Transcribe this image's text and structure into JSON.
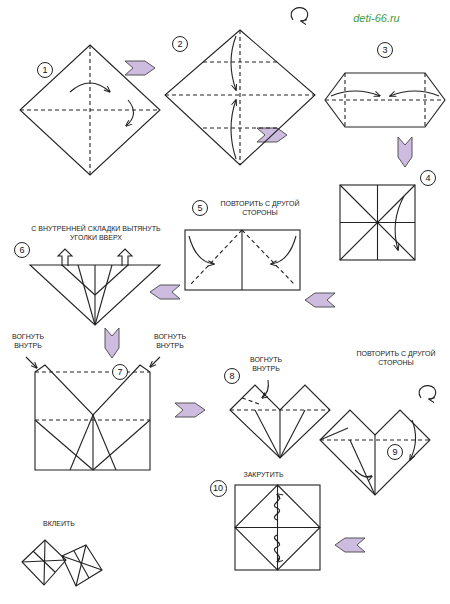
{
  "diagram": {
    "nodes": [
      {
        "text": [
          "1"
        ]
      },
      {
        "text": [
          "2"
        ]
      },
      {
        "text": [
          "3"
        ]
      },
      {
        "text": [
          "4"
        ]
      },
      {
        "text": [
          "5"
        ]
      },
      {
        "text": [
          "6"
        ]
      },
      {
        "text": [
          "7"
        ]
      },
      {
        "text": [
          "8"
        ]
      },
      {
        "text": [
          "9"
        ]
      },
      {
        "text": [
          "10"
        ]
      }
    ],
    "labels": [
      "deti-66.ru",
      "ПОВТОРИТЬ С ДРУГОЙ СТОРОНЫ",
      "С ВНУТРЕННЕЙ СКЛАДКИ ВЫТЯНУТЬ УГОЛКИ ВВЕРХ",
      "ВОГНУТЬ ВНУТРЬ",
      "ВОГНУТЬ ВНУТРЬ",
      "ВОГНУТЬ ВНУТРЬ",
      "ПОВТОРИТЬ С ДРУГОЙ СТОРОНЫ",
      "ЗАКРУТИТЬ",
      "ВКЛЕИТЬ"
    ]
  }
}
